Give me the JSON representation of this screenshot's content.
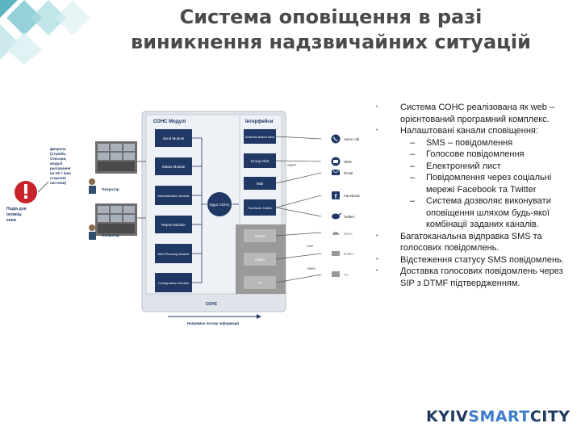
{
  "title": {
    "line1": "Система оповіщення в разі",
    "line2": "виникнення надзвичайних ситуацій"
  },
  "diagram": {
    "modules_title": "СОНС Модулі",
    "interfaces_title": "Інтерфейси",
    "modules": [
      {
        "label": "Send Module"
      },
      {
        "label": "Status Module"
      },
      {
        "label": "Administration Module"
      },
      {
        "label": "Report Module"
      },
      {
        "label": "Alert Planning Module"
      },
      {
        "label": "Configuration Module"
      }
    ],
    "core": "Ядро СОНС",
    "interfaces": [
      "Address Based Alert",
      "Group Alert",
      "Mail",
      "Facebook Twitter",
      "Sirens",
      "Radio",
      "TV"
    ],
    "channels": [
      "Voice call",
      "SMS",
      "Email",
      "Facebook",
      "Twitter",
      "Siren",
      "Radio",
      "TV"
    ],
    "protocols": [
      "SMPP",
      "CAP",
      "CBRE"
    ],
    "sources_label": "Джерела (Служби, Сенсори, модулі реагування на НС і інші сторонні системи)",
    "event_label": "Подія для оповіщення",
    "operator1": "Оператор",
    "operator2": "Оператор",
    "system_label": "СОНС",
    "flow_label": "Напрямок потоку інформації"
  },
  "bullets": [
    {
      "text": "Система СОНС реалізована як web – орієнтований програмний комплекс."
    },
    {
      "text": "Налаштовані канали сповіщення:",
      "sub": [
        "SMS – повідомлення",
        "Голосове повідомлення",
        "Електронний лист",
        "Повідомлення через соціальні мережі Facebook та Twitter",
        "Система дозволяє виконувати оповіщення шляхом будь-якої комбінації заданих каналів."
      ]
    },
    {
      "text": "Багатоканальна відправка SMS та голосових повідомлень."
    },
    {
      "text": "Відстеження статусу SMS повідомлень."
    },
    {
      "text": "Доставка голосових повідомлень через SIP з DTMF підтвердженням."
    }
  ],
  "bullet_marker": "•",
  "sub_marker": "–",
  "logo": {
    "part1": "KYIV",
    "part2": "SMART",
    "part3": "CITY"
  },
  "colors": {
    "title": "#4a4a4a",
    "module_box": "#1f3864",
    "system_bg": "#dfe4ea",
    "gray_band": "#9a9a9a",
    "logo_dark": "#1f3a5f",
    "logo_blue": "#3d7dca"
  }
}
